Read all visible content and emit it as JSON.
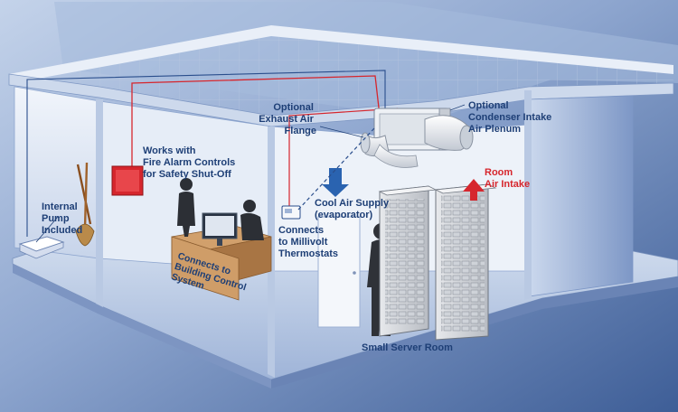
{
  "labels": {
    "internal_pump": [
      "Internal",
      "Pump",
      "Included"
    ],
    "fire_alarm": [
      "Works with",
      "Fire Alarm Controls",
      "for Safety Shut-Off"
    ],
    "exhaust_flange": [
      "Optional",
      "Exhaust Air",
      "Flange"
    ],
    "condenser_plenum": [
      "Optional",
      "Condenser Intake",
      "Air Plenum"
    ],
    "cool_air_supply": [
      "Cool Air Supply",
      "(evaporator)"
    ],
    "room_air_intake": [
      "Room",
      "Air Intake"
    ],
    "thermostats": [
      "Connects",
      "to Millivolt",
      "Thermostats"
    ],
    "building_control": [
      "Connects to",
      "Building Control",
      "System"
    ],
    "server_room": "Small Server Room"
  },
  "colors": {
    "label_blue": "#1e3f76",
    "alert_red": "#d6262d",
    "wall_blue": "#dfe7f3",
    "floor_blue": "#a9bcdc",
    "background_blue": "#5c7bb0"
  }
}
